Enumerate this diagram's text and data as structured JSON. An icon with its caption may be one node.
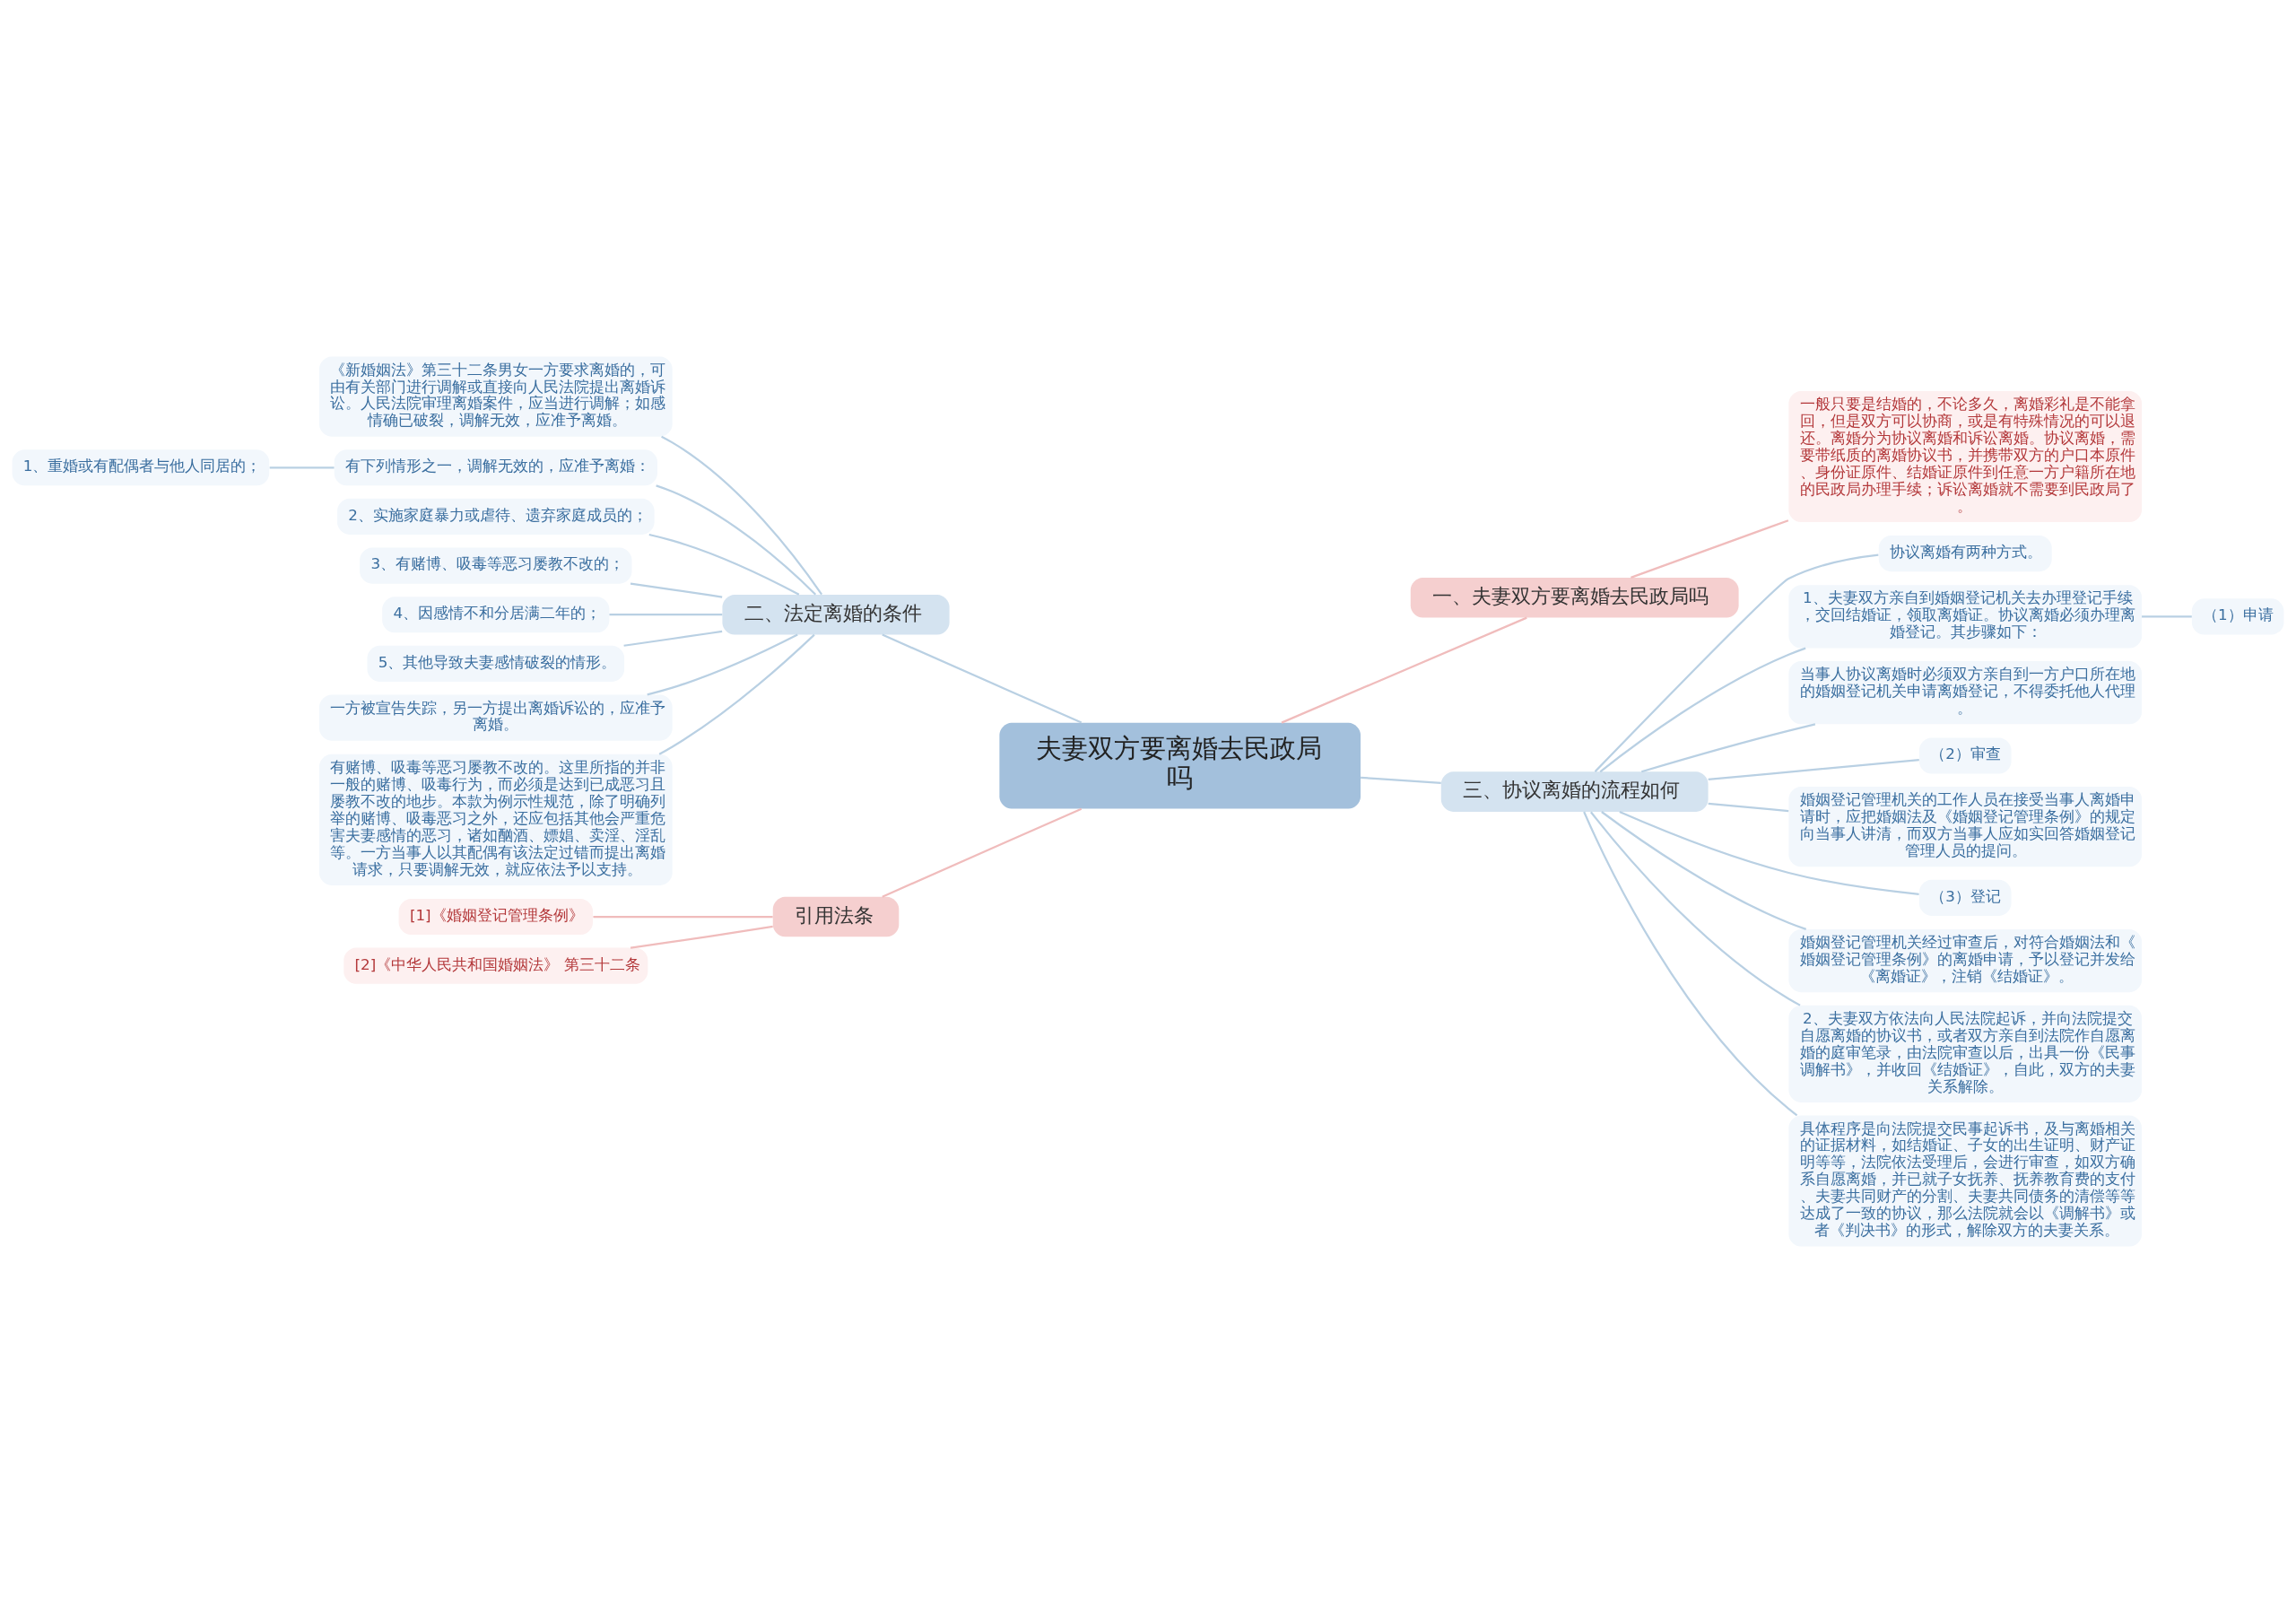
{
  "diagram": {
    "nodes": [
      {
        "text": [
          "夫妻双方要离婚去民政局吗"
        ]
      },
      {
        "text": [
          "一、夫妻双方要离婚去民政局吗"
        ]
      },
      {
        "text": [
          "一般只要是结婚的，不论多久，离婚彩礼是不能拿回，但是双方可以协商，或是有特殊情况的可以退还。离婚分为协议离婚和诉讼离婚。协议离婚，需要带纸质的离婚协议书，并携带双方的户口本原件、身份证原件、结婚证原件到任意一方户籍所在地的民政局办理手续；诉讼离婚就不需要到民政局了。"
        ]
      },
      {
        "text": [
          "二、法定离婚的条件"
        ]
      },
      {
        "text": [
          "《新婚姻法》第三十二条男女一方要求离婚的，可由有关部门进行调解或直接向人民法院提出离婚诉讼。人民法院审理离婚案件，应当进行调解；如感情确已破裂，调解无效，应准予离婚。"
        ]
      },
      {
        "text": [
          "有下列情形之一，调解无效的，应准予离婚："
        ]
      },
      {
        "text": [
          "1、重婚或有配偶者与他人同居的；"
        ]
      },
      {
        "text": [
          "2、实施家庭暴力或虐待、遗弃家庭成员的；"
        ]
      },
      {
        "text": [
          "3、有赌博、吸毒等恶习屡教不改的；"
        ]
      },
      {
        "text": [
          "4、因感情不和分居满二年的；"
        ]
      },
      {
        "text": [
          "5、其他导致夫妻感情破裂的情形。"
        ]
      },
      {
        "text": [
          "一方被宣告失踪，另一方提出离婚诉讼的，应准予离婚。"
        ]
      },
      {
        "text": [
          "有赌博、吸毒等恶习屡教不改的。这里所指的并非一般的赌博、吸毒行为，而必须是达到已成恶习且屡教不改的地步。本款为例示性规范，除了明确列举的赌博、吸毒恶习之外，还应包括其他会严重危害夫妻感情的恶习，诸如酗酒、嫖娼、卖淫、淫乱等。一方当事人以其配偶有该法定过错而提出离婚请求，只要调解无效，就应依法予以支持。"
        ]
      },
      {
        "text": [
          "三、协议离婚的流程如何"
        ]
      },
      {
        "text": [
          "协议离婚有两种方式。"
        ]
      },
      {
        "text": [
          "1、夫妻双方亲自到婚姻登记机关去办理登记手续，交回结婚证，领取离婚证。协议离婚必须办理离婚登记。其步骤如下："
        ]
      },
      {
        "text": [
          "（1）申请"
        ]
      },
      {
        "text": [
          "当事人协议离婚时必须双方亲自到一方户口所在地的婚姻登记机关申请离婚登记，不得委托他人代理。"
        ]
      },
      {
        "text": [
          "（2）审查"
        ]
      },
      {
        "text": [
          "婚姻登记管理机关的工作人员在接受当事人离婚申请时，应把婚姻法及《婚姻登记管理条例》的规定向当事人讲清，而双方当事人应如实回答婚姻登记管理人员的提问。"
        ]
      },
      {
        "text": [
          "（3）登记"
        ]
      },
      {
        "text": [
          "婚姻登记管理机关经过审查后，对符合婚姻法和《婚姻登记管理条例》的离婚申请，予以登记并发给《离婚证》，注销《结婚证》。"
        ]
      },
      {
        "text": [
          "2、夫妻双方依法向人民法院起诉，并向法院提交自愿离婚的协议书，或者双方亲自到法院作自愿离婚的庭审笔录，由法院审查以后，出具一份《民事调解书》，并收回《结婚证》，自此，双方的夫妻关系解除。"
        ]
      },
      {
        "text": [
          "具体程序是向法院提交民事起诉书，及与离婚相关的证据材料，如结婚证、子女的出生证明、财产证明等等，法院依法受理后，会进行审查，如双方确系自愿离婚，并已就子女抚养、抚养教育费的支付、夫妻共同财产的分割、夫妻共同债务的清偿等等达成了一致的协议，那么法院就会以《调解书》或者《判决书》的形式，解除双方的夫妻关系。"
        ]
      },
      {
        "text": [
          "引用法条"
        ]
      },
      {
        "text": [
          "[1]《婚姻登记管理条例》"
        ]
      },
      {
        "text": [
          "[2]《中华人民共和国婚姻法》 第三十二条"
        ]
      }
    ],
    "edges": [
      {
        "from": 0,
        "to": 1,
        "arrow": "none",
        "color": "#f0bcbc"
      },
      {
        "from": 1,
        "to": 2,
        "arrow": "none",
        "color": "#f0bcbc"
      },
      {
        "from": 0,
        "to": 3,
        "arrow": "none"
      },
      {
        "from": 3,
        "to": 4,
        "arrow": "none"
      },
      {
        "from": 3,
        "to": 5,
        "arrow": "none"
      },
      {
        "from": 5,
        "to": 6,
        "arrow": "none"
      },
      {
        "from": 3,
        "to": 7,
        "arrow": "none"
      },
      {
        "from": 3,
        "to": 8,
        "arrow": "none"
      },
      {
        "from": 3,
        "to": 9,
        "arrow": "none"
      },
      {
        "from": 3,
        "to": 10,
        "arrow": "none"
      },
      {
        "from": 3,
        "to": 11,
        "arrow": "none"
      },
      {
        "from": 3,
        "to": 12,
        "arrow": "none"
      },
      {
        "from": 0,
        "to": 13,
        "arrow": "none"
      },
      {
        "from": 13,
        "to": 14,
        "arrow": "none"
      },
      {
        "from": 13,
        "to": 15,
        "arrow": "none"
      },
      {
        "from": 15,
        "to": 16,
        "arrow": "none"
      },
      {
        "from": 13,
        "to": 17,
        "arrow": "none"
      },
      {
        "from": 13,
        "to": 18,
        "arrow": "none"
      },
      {
        "from": 13,
        "to": 19,
        "arrow": "none"
      },
      {
        "from": 13,
        "to": 20,
        "arrow": "none"
      },
      {
        "from": 13,
        "to": 21,
        "arrow": "none"
      },
      {
        "from": 13,
        "to": 22,
        "arrow": "none"
      },
      {
        "from": 13,
        "to": 23,
        "arrow": "none"
      },
      {
        "from": 0,
        "to": 24,
        "arrow": "none",
        "color": "#f0bcbc"
      },
      {
        "from": 24,
        "to": 25,
        "arrow": "none",
        "color": "#f0bcbc"
      },
      {
        "from": 24,
        "to": 26,
        "arrow": "none",
        "color": "#f0bcbc"
      }
    ]
  }
}
